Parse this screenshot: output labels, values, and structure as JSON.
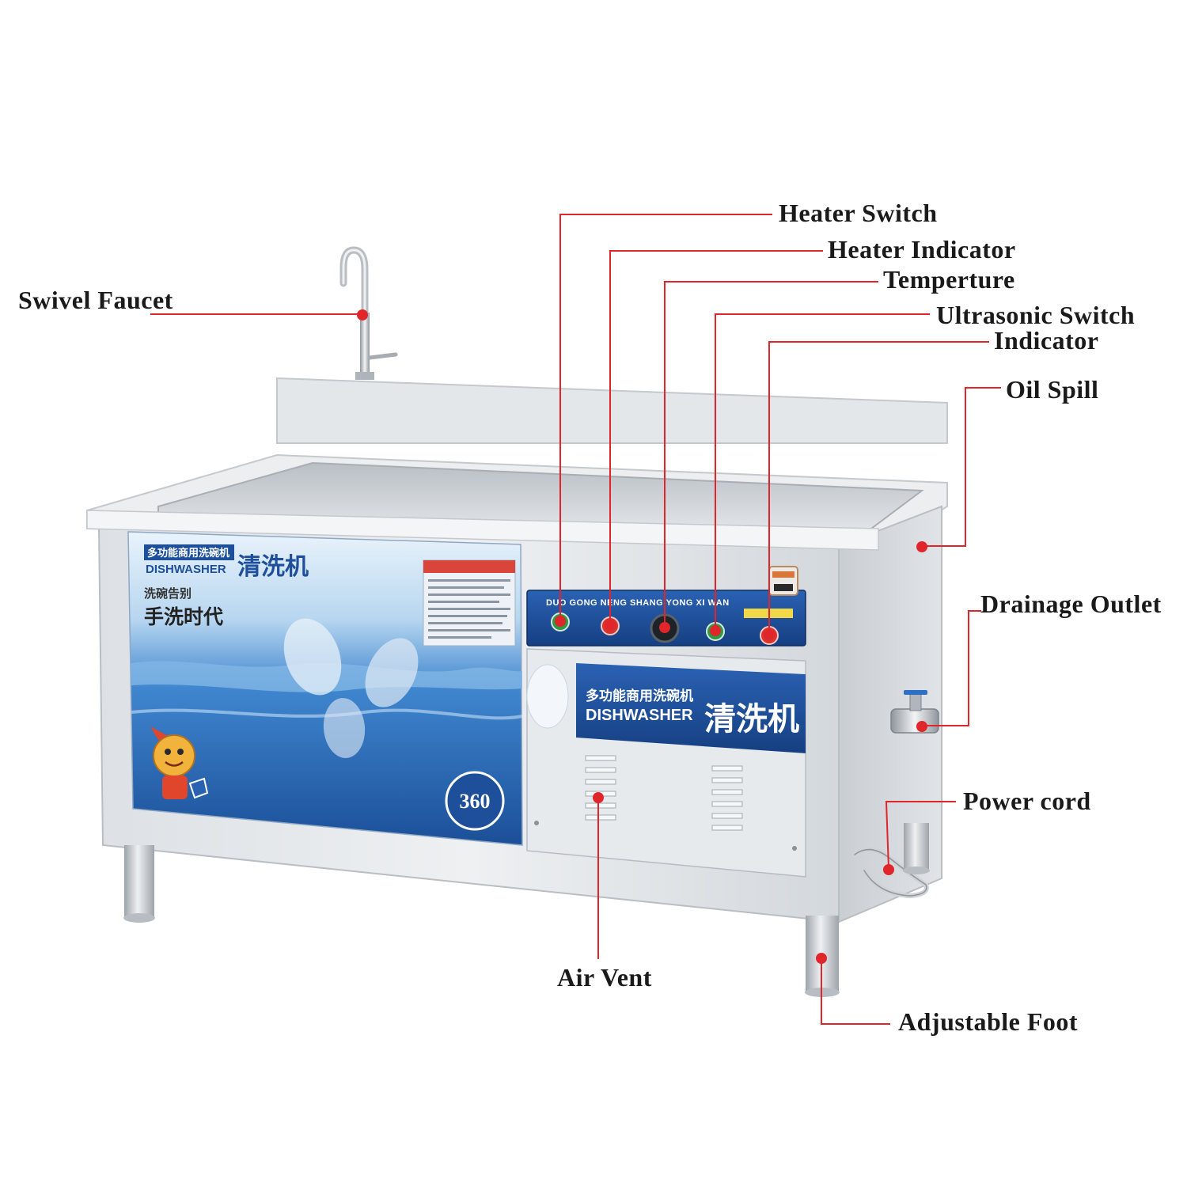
{
  "colors": {
    "callout_line": "#e0262b",
    "callout_dot": "#e0262b",
    "steel_light": "#e9ecef",
    "steel_mid": "#cfd4d9",
    "steel_dark": "#9aa1a8",
    "panel_blue": "#1d4f9a",
    "water_blue": "#2b6fc4"
  },
  "callouts": [
    {
      "id": "swivel-faucet",
      "label": "Swivel Faucet"
    },
    {
      "id": "heater-switch",
      "label": "Heater Switch"
    },
    {
      "id": "heater-indicator",
      "label": "Heater Indicator"
    },
    {
      "id": "temperature",
      "label": "Temperture"
    },
    {
      "id": "ultrasonic-switch",
      "label": "Ultrasonic Switch"
    },
    {
      "id": "indicator",
      "label": "Indicator"
    },
    {
      "id": "oil-spill",
      "label": "Oil Spill"
    },
    {
      "id": "drainage-outlet",
      "label": "Drainage Outlet"
    },
    {
      "id": "power-cord",
      "label": "Power cord"
    },
    {
      "id": "air-vent",
      "label": "Air Vent"
    },
    {
      "id": "adjustable-foot",
      "label": "Adjustable Foot"
    }
  ],
  "machine": {
    "sticker_cn_small": "多功能商用洗碗机",
    "sticker_en": "DISHWASHER",
    "sticker_cn_big": "清洗机",
    "sticker_slogan_small": "洗碗告别",
    "sticker_slogan_big": "手洗时代",
    "sticker_badge": "360",
    "panel_pinyin": "DUO GONG NENG SHANG YONG XI WAN",
    "door_cn_small": "多功能商用洗碗机",
    "door_en": "DISHWASHER",
    "door_cn_big": "清洗机"
  }
}
